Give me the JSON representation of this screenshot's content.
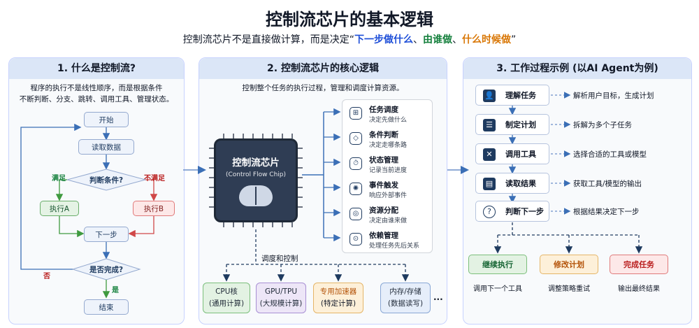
{
  "header": {
    "title": "控制流芯片的基本逻辑",
    "subtitle_prefix": "控制流芯片不是直接做计算，而是决定",
    "q_open": "“",
    "part1": "下一步做什么",
    "sep1": "、",
    "part2": "由谁做",
    "sep2": "、",
    "part3": "什么时候做",
    "q_close": "”"
  },
  "panel1": {
    "title": "1. 什么是控制流?",
    "desc_line1": "程序的执行不是线性顺序，而是根据条件",
    "desc_line2": "不断判断、分支、跳转、调用工具、管理状态。",
    "flow": {
      "start": "开始",
      "read": "读取数据",
      "condition": "判断条件?",
      "yes": "满足",
      "no": "不满足",
      "exec_a": "执行A",
      "exec_b": "执行B",
      "next": "下一步",
      "done_q": "是否完成?",
      "no2": "否",
      "yes2": "是",
      "end": "结束"
    }
  },
  "panel2": {
    "title": "2. 控制流芯片的核心逻辑",
    "desc": "控制整个任务的执行过程，管理和调度计算资源。",
    "chip_title": "控制流芯片",
    "chip_sub": "(Control Flow Chip)",
    "tasks": [
      {
        "name": "任务调度",
        "desc": "决定先做什么",
        "icon": "⊞"
      },
      {
        "name": "条件判断",
        "desc": "决定走哪条路",
        "icon": "◇"
      },
      {
        "name": "状态管理",
        "desc": "记录当前进度",
        "icon": "⏱"
      },
      {
        "name": "事件触发",
        "desc": "响应外部事件",
        "icon": "✺"
      },
      {
        "name": "资源分配",
        "desc": "决定由谁来做",
        "icon": "◎"
      },
      {
        "name": "依赖管理",
        "desc": "处理任务先后关系",
        "icon": "⊙"
      }
    ],
    "dispatch_label": "调度和控制",
    "components": [
      {
        "line1": "CPU核",
        "line2": "(通用计算)"
      },
      {
        "line1": "GPU/TPU",
        "line2": "(大规模计算)"
      },
      {
        "line1": "专用加速器",
        "line2": "(特定计算)"
      },
      {
        "line1": "内存/存储",
        "line2": "(数据读写)"
      }
    ],
    "more": "..."
  },
  "panel3": {
    "title": "3. 工作过程示例 (以AI Agent为例)",
    "steps": [
      {
        "name": "理解任务",
        "desc": "解析用户目标，生成计划",
        "icon": "👤"
      },
      {
        "name": "制定计划",
        "desc": "拆解为多个子任务",
        "icon": "☰"
      },
      {
        "name": "调用工具",
        "desc": "选择合适的工具或模型",
        "icon": "✕"
      },
      {
        "name": "读取结果",
        "desc": "获取工具/模型的输出",
        "icon": "▤"
      },
      {
        "name": "判断下一步",
        "desc": "根据结果决定下一步",
        "icon": "?"
      }
    ],
    "outcomes": [
      {
        "name": "继续执行",
        "desc": "调用下一个工具"
      },
      {
        "name": "修改计划",
        "desc": "调整策略重试"
      },
      {
        "name": "完成任务",
        "desc": "输出最终结果"
      }
    ]
  },
  "colors": {
    "accent_blue": "#1d4ed8",
    "accent_green": "#15803d",
    "accent_orange": "#d97706",
    "panel_head": "#dbe6f7",
    "chip": "#2f3d54"
  }
}
